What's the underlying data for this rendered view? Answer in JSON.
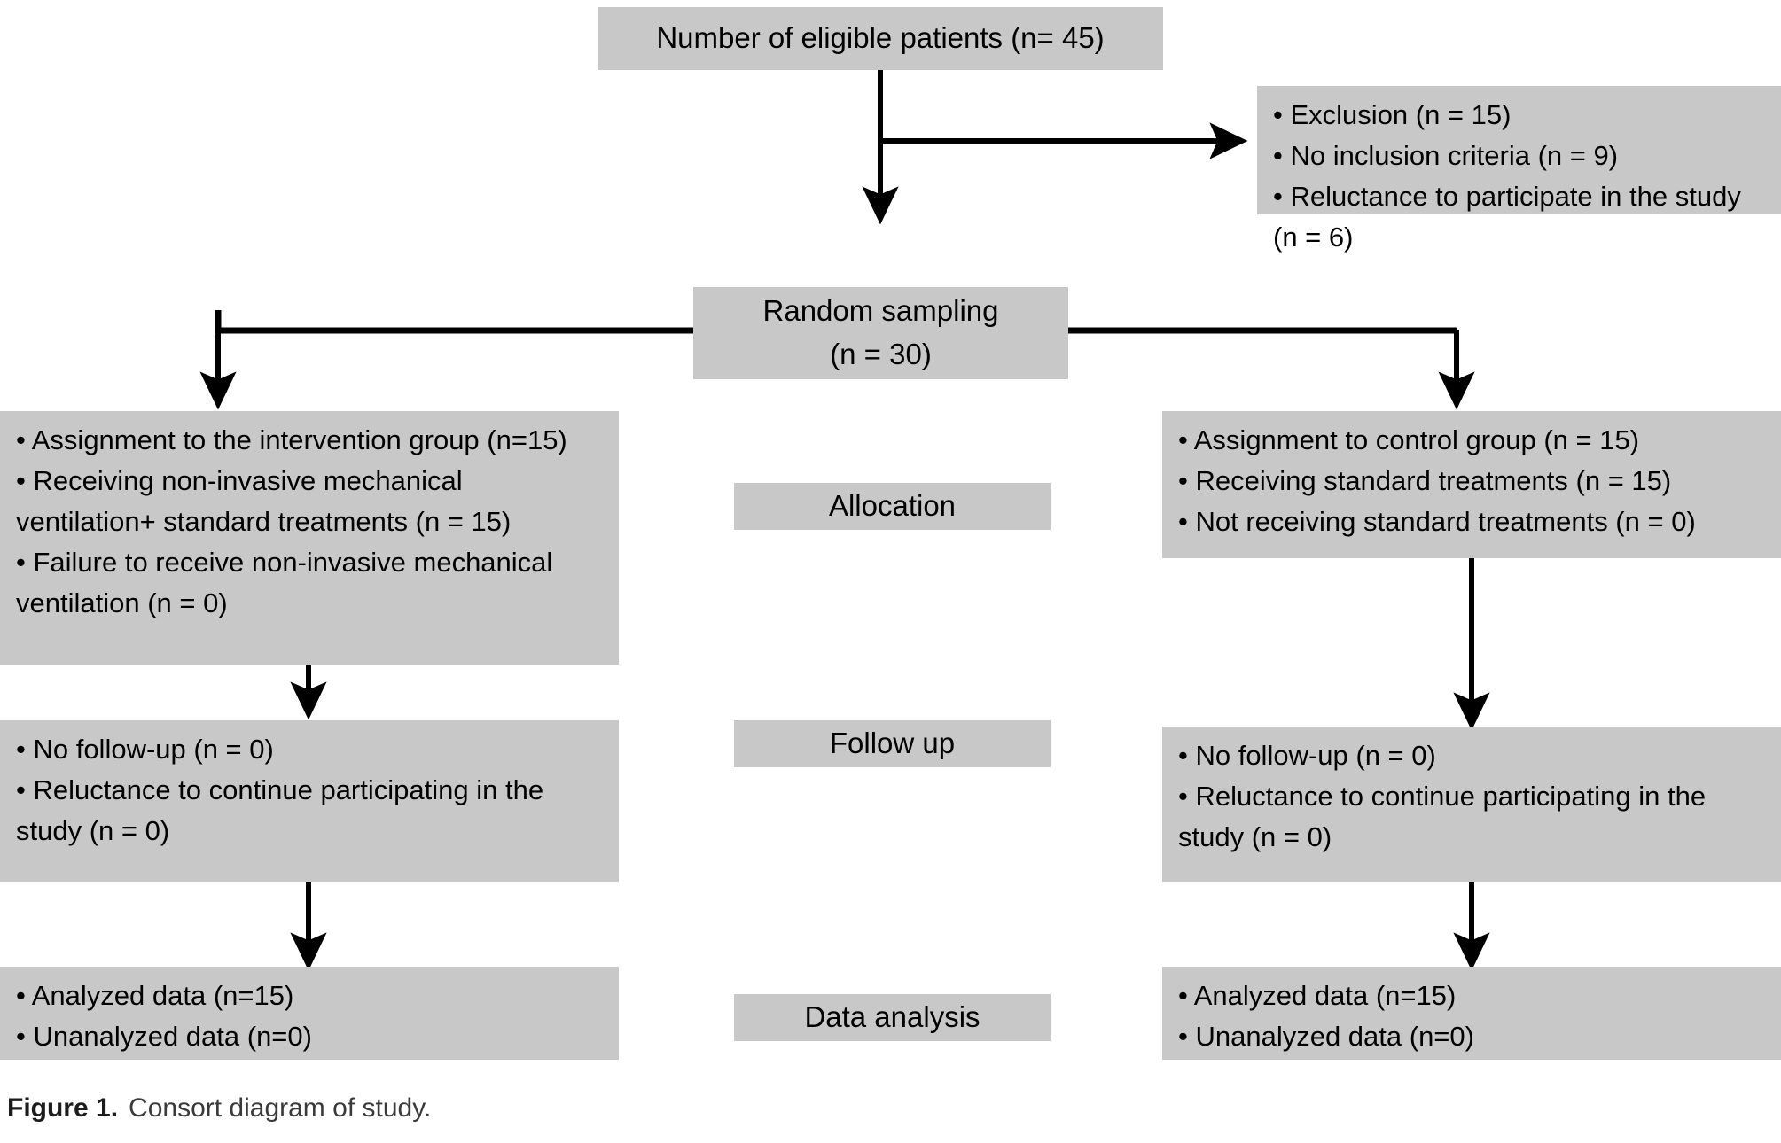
{
  "figure": {
    "label": "Figure 1.",
    "caption": "Consort diagram of study."
  },
  "colors": {
    "node_fill": "#c8c8c8",
    "line": "#000000",
    "text": "#000000",
    "caption_text": "#3a3a3a",
    "background": "#ffffff"
  },
  "diagram": {
    "type": "consort-flow-diagram",
    "enrollment": {
      "title_box": "Number of eligible patients (n= 45)",
      "exclusion_box": [
        "• Exclusion (n = 15)",
        "• No inclusion criteria (n = 9)",
        "• Reluctance to participate in the study (n = 6)"
      ]
    },
    "randomization": {
      "line1": "Random sampling",
      "line2": "(n = 30)"
    },
    "stages": [
      {
        "name": "allocation",
        "label": "Allocation"
      },
      {
        "name": "follow-up",
        "label": "Follow up"
      },
      {
        "name": "data-analysis",
        "label": "Data analysis"
      }
    ],
    "intervention_arm": {
      "allocation": [
        "• Assignment to the intervention group (n=15)",
        "• Receiving non-invasive mechanical ventilation+ standard treatments (n = 15)",
        "• Failure to receive non-invasive mechanical ventilation (n = 0)"
      ],
      "follow_up": [
        "• No follow-up (n = 0)",
        "• Reluctance to continue participating in the study (n = 0)"
      ],
      "analysis": [
        "• Analyzed data (n=15)",
        "• Unanalyzed data (n=0)"
      ]
    },
    "control_arm": {
      "allocation": [
        "• Assignment to control group (n = 15)",
        "• Receiving standard treatments (n = 15)",
        "• Not receiving standard treatments (n = 0)"
      ],
      "follow_up": [
        "• No follow-up (n = 0)",
        "• Reluctance to continue participating in the study (n = 0)"
      ],
      "analysis": [
        "• Analyzed data (n=15)",
        "• Unanalyzed data (n=0)"
      ]
    }
  }
}
